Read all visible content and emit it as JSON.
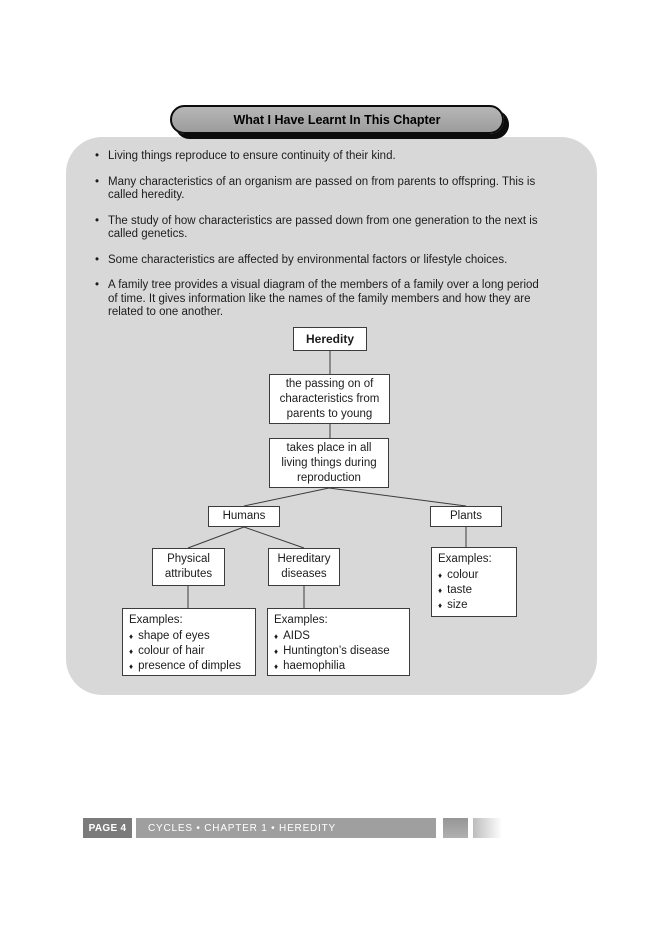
{
  "icons": {
    "round_bullet": "•",
    "diamond_bullet": "♦"
  },
  "colors": {
    "panel_bg": "#d8d8d8",
    "pill_bg": "#a9a9a9",
    "pill_border": "#0c0c0c",
    "node_border": "#3c3c3c",
    "footer_bar": "#9f9f9f",
    "page_label_bg": "#7b7b7b"
  },
  "header": {
    "title": "What I Have Learnt In This Chapter"
  },
  "summary_bullets": [
    "Living things reproduce to ensure continuity of their kind.",
    "Many characteristics of an organism are passed on from parents to offspring. This is\ncalled heredity.",
    "The study of how characteristics are passed down from one generation to the next is\ncalled genetics.",
    "Some characteristics are affected by environmental factors or lifestyle choices.",
    "A family tree provides a visual diagram of the members of a family over a long period\nof time. It gives information like the names of the family members and how they are\nrelated to one another."
  ],
  "diagram": {
    "heredity": {
      "label": "Heredity"
    },
    "definition": {
      "label": "the passing on of\ncharacteristics from\nparents to young"
    },
    "occurrence": {
      "label": "takes place in all\nliving things during\nreproduction"
    },
    "humans": {
      "label": "Humans"
    },
    "plants": {
      "label": "Plants"
    },
    "physical_attributes": {
      "label": "Physical\nattributes"
    },
    "hereditary_diseases": {
      "label": "Hereditary\ndiseases"
    },
    "physical_examples": {
      "title": "Examples:",
      "items": [
        "shape of eyes",
        "colour of hair",
        "presence of dimples"
      ]
    },
    "hereditary_examples": {
      "title": "Examples:",
      "items": [
        "AIDS",
        "Huntington’s disease",
        "haemophilia"
      ]
    },
    "plants_examples": {
      "title": "Examples:",
      "items": [
        "colour",
        "taste",
        "size"
      ]
    }
  },
  "footer": {
    "page_label": "PAGE 4",
    "breadcrumb": "CYCLES • CHAPTER 1 • HEREDITY"
  }
}
